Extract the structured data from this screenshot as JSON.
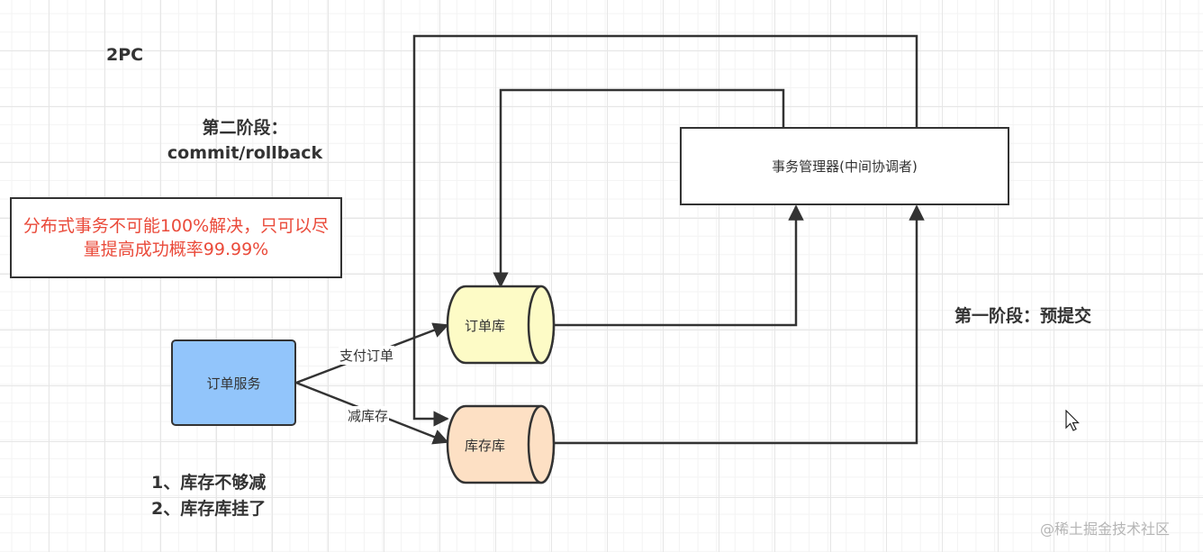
{
  "title": "2PC",
  "phase2": {
    "line1": "第二阶段：",
    "line2": "commit/rollback"
  },
  "phase1": "第一阶段：预提交",
  "note_box": {
    "text": "分布式事务不可能100%解决，只可以尽量提高成功概率99.99%",
    "text_color": "#ea4a3a"
  },
  "nodes": {
    "manager": {
      "label": "事务管理器(中间协调者)"
    },
    "service": {
      "label": "订单服务",
      "fill": "#92c5fb"
    },
    "order_db": {
      "label": "订单库",
      "fill": "#fdfbc6"
    },
    "stock_db": {
      "label": "库存库",
      "fill": "#fde0c4"
    }
  },
  "edges": {
    "pay_order": "支付订单",
    "reduce_stock": "减库存"
  },
  "failure_notes": [
    "1、库存不够减",
    "2、库存库挂了"
  ],
  "watermark": "@稀土掘金技术社区",
  "stroke_color": "#333333"
}
